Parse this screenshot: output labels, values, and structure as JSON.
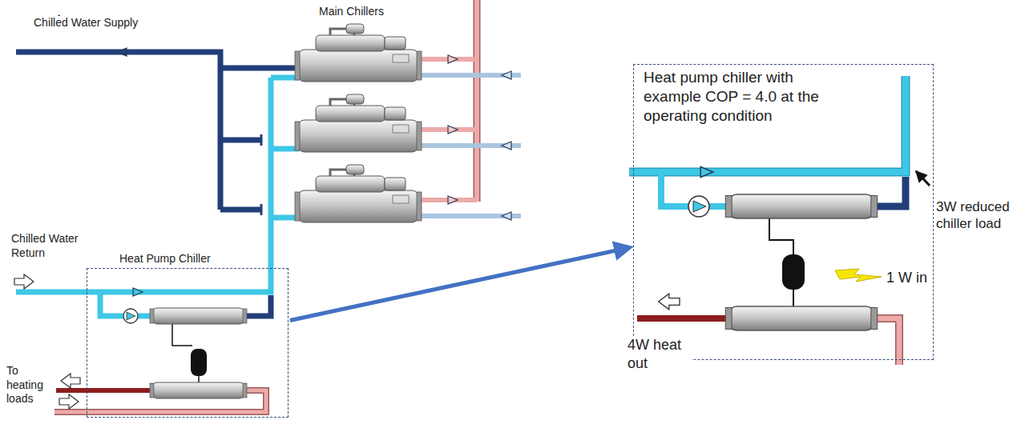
{
  "diagram": {
    "nodes": [
      {
        "text": [
          "Heat Pump Chiller"
        ]
      },
      {
        "text": [
          "Heat pump chiller with example COP = 4.0 at the operating condition"
        ]
      }
    ],
    "edges": [
      {
        "from": 0,
        "to": 1,
        "arrow": "to"
      }
    ],
    "labels": [
      "Chilled Water Supply",
      "Main Chillers",
      "Chilled Water Return",
      "To heating loads",
      "3W reduced chiller load",
      "1 W in",
      "4W heat out"
    ]
  }
}
